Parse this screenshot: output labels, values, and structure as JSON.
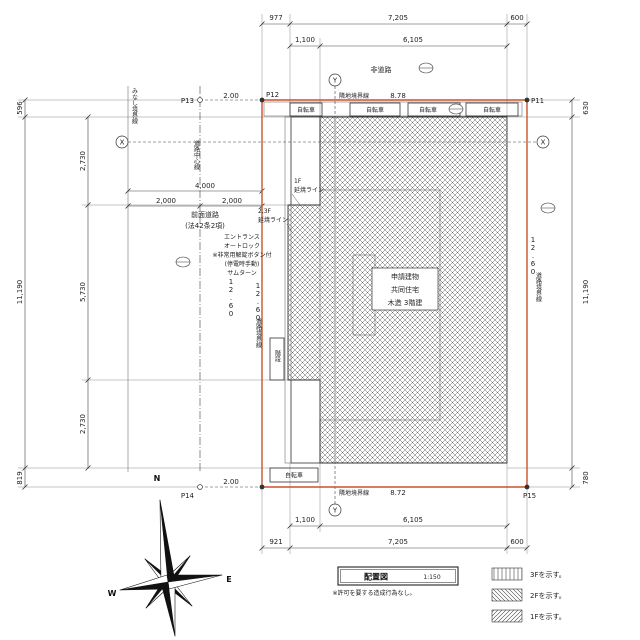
{
  "drawing_title": "配置図",
  "scale": "1:150",
  "note": "※許可を要する造成行為なし。",
  "legend": [
    "3Fを示す。",
    "2Fを示す。",
    "1Fを示す。"
  ],
  "compass": {
    "north": "N",
    "west": "W",
    "east": "E"
  },
  "points": {
    "p11": "P11",
    "p12": "P12",
    "p13": "P13",
    "p14": "P14",
    "p15": "P15"
  },
  "grid": {
    "x": "X",
    "y": "Y"
  },
  "roads": {
    "north": "非道路",
    "front": "前面道路",
    "front_law": "(法42条2項)"
  },
  "lines": {
    "deemed_boundary": "みなし境界線",
    "road_center": "道路中心線",
    "road_boundary": "道路境界線",
    "adjacent_boundary": "隣地境界線"
  },
  "lengths": {
    "top": "8.78",
    "bottom": "8.72",
    "left_a": "12.60",
    "left_b": "12.60",
    "right": "12.60",
    "setback_top": "2.00",
    "setback_bottom": "2.00"
  },
  "dimensions": {
    "top_outer": [
      "977",
      "7,205",
      "600"
    ],
    "top_inner": [
      "1,100",
      "6,105"
    ],
    "bottom_inner": [
      "1,100",
      "6,105"
    ],
    "bottom_outer": [
      "921",
      "7,205",
      "600"
    ],
    "left_outer": [
      "596",
      "11,190",
      "819"
    ],
    "left_inner": [
      "2,730",
      "5,730",
      "2,730"
    ],
    "right_outer": [
      "630",
      "11,190",
      "780"
    ],
    "road_total": "4,000",
    "road_halves": [
      "2,000",
      "2,000"
    ]
  },
  "fire_lines": {
    "f1_floor": "1F",
    "f1_label": "延焼ライン",
    "f23_floor": "2,3F",
    "f23_label": "延焼ライン"
  },
  "entrance": [
    "エントランス",
    "オートロック",
    "※非常用解錠ボタン付",
    "(停電時手動)",
    "サムターン"
  ],
  "building": [
    "申請建物",
    "共同住宅",
    "木造 3階建"
  ],
  "bicycle": [
    "自転車",
    "自転車",
    "自転車",
    "自転車",
    "自転車"
  ],
  "stairs": "階段",
  "colors": {
    "site_boundary": "#c8532e",
    "ink": "#333333",
    "hatch": "#555555"
  }
}
